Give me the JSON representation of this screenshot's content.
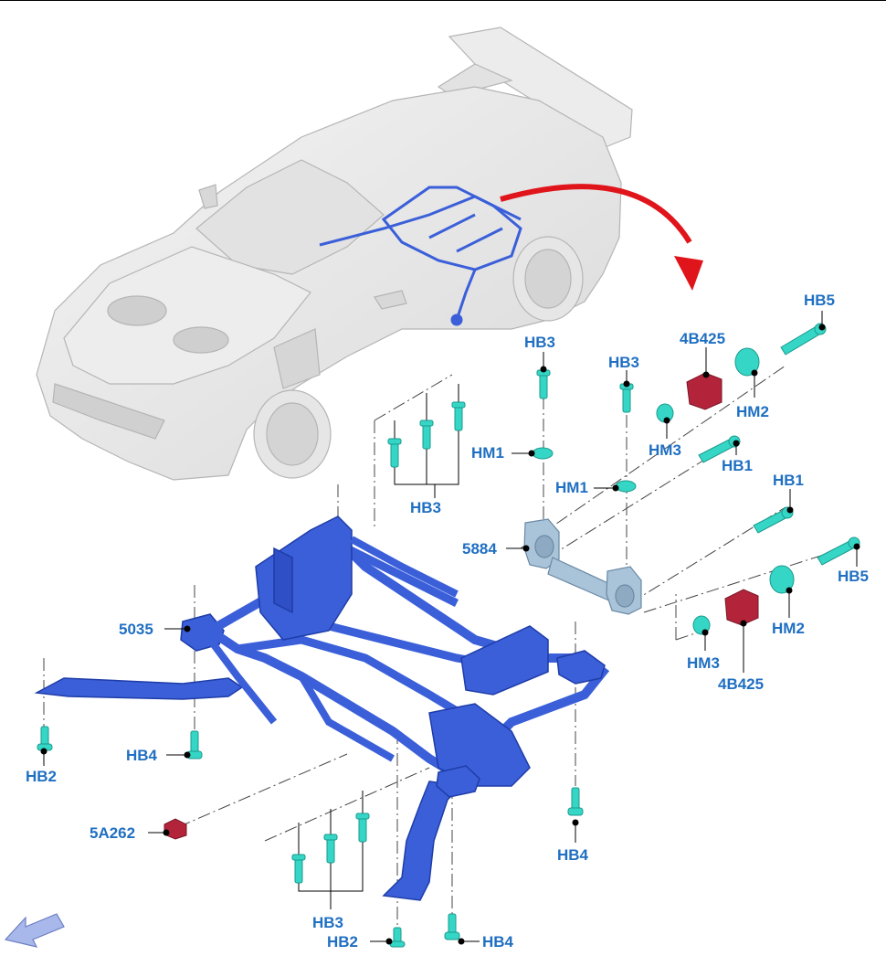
{
  "colors": {
    "label": "#1f6fc2",
    "frame": "#3a5fd9",
    "frame_dark": "#1f3da8",
    "fastener": "#35d6c6",
    "bushing": "#b3243a",
    "red_arrow": "#e0141b",
    "car_body": "#e9e9e9",
    "car_line": "#b5b5b5",
    "mount_bracket": "#a9c3d8"
  },
  "icons": {
    "view_direction": "view-direction-arrow-icon"
  },
  "callouts": {
    "hb5_top": "HB5",
    "4b425_top": "4B425",
    "hm2_top": "HM2",
    "hm3_top": "HM3",
    "hb1_top": "HB1",
    "hb3_top_left": "HB3",
    "hb3_top_right": "HB3",
    "hm1_left": "HM1",
    "hm1_right": "HM1",
    "hb3_group_upper": "HB3",
    "hb1_mid": "HB1",
    "part_5884": "5884",
    "hb5_mid": "HB5",
    "hm2_mid": "HM2",
    "part_5035": "5035",
    "hm3_mid": "HM3",
    "4b425_mid": "4B425",
    "hb4_left": "HB4",
    "hb2_left": "HB2",
    "part_5a262": "5A262",
    "hb4_right": "HB4",
    "hb3_group_lower": "HB3",
    "hb2_bottom": "HB2",
    "hb4_bottom": "HB4"
  }
}
